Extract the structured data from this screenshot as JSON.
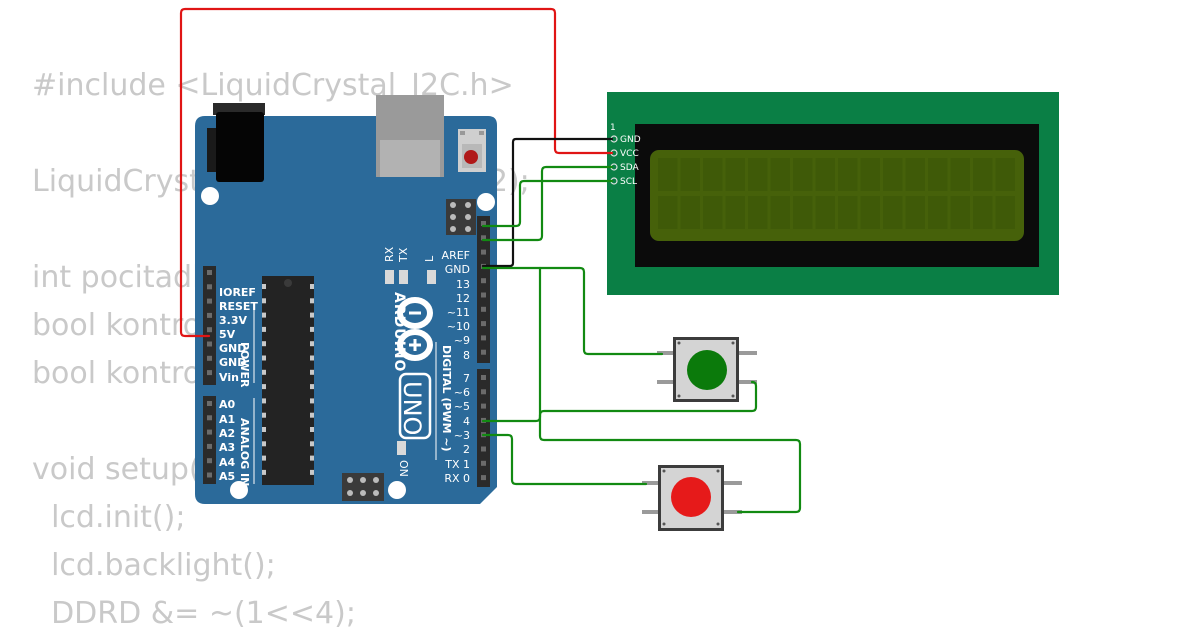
{
  "code_lines": [
    "#include <LiquidCrystal_I2C.h>",
    "",
    "LiquidCrystal_I2C lcd(0x27,16,2);",
    "",
    "int pocitadlo = 0;",
    "bool kontrola1 = false;",
    "bool kontrola2 = false;",
    "",
    "void setup() {",
    "  lcd.init();",
    "  lcd.backlight();",
    "  DDRD &= ~(1<<4);"
  ],
  "arduino": {
    "brand": "ARDUINO",
    "model": "UNO",
    "power_header": [
      "IOREF",
      "RESET",
      "3.3V",
      "5V",
      "GND",
      "GND",
      "Vin"
    ],
    "power_title": "POWER",
    "analog_header": [
      "A0",
      "A1",
      "A2",
      "A3",
      "A4",
      "A5"
    ],
    "analog_title": "ANALOG IN",
    "digital_upper": [
      "AREF",
      "GND",
      "13",
      "12",
      "~11",
      "~10",
      "~9",
      "8"
    ],
    "digital_lower": [
      "7",
      "~6",
      "~5",
      "4",
      "~3",
      "2",
      "TX 1",
      "RX 0"
    ],
    "digital_title": "DIGITAL (PWM ~)",
    "led_labels": {
      "tx": "TX",
      "rx": "RX",
      "l": "L",
      "on": "ON"
    }
  },
  "lcd": {
    "pin_index": "1",
    "pins": [
      "GND",
      "VCC",
      "SDA",
      "SCL"
    ]
  },
  "buttons": [
    {
      "color": "green",
      "cap": "#0b7a0b"
    },
    {
      "color": "red",
      "cap": "#e61a1a"
    }
  ],
  "colors": {
    "board": "#2b6a9a",
    "wire_red": "#e01515",
    "wire_black": "#111111",
    "wire_green": "#128a12",
    "lcd_pcb": "#0a7f45",
    "lcd_glass": "#46610a"
  }
}
